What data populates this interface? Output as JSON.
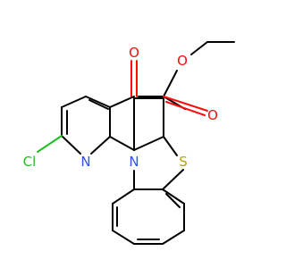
{
  "molecule": {
    "atoms": [
      {
        "id": "o_ester_carbonyl",
        "label": "O",
        "color": "#ff0d0d"
      },
      {
        "id": "o_ester_ether",
        "label": "O",
        "color": "#ff0d0d"
      },
      {
        "id": "o_ketone",
        "label": "O",
        "color": "#ff0d0d"
      },
      {
        "id": "cl",
        "label": "Cl",
        "color": "#1fbf1f"
      },
      {
        "id": "n_pyridine",
        "label": "N",
        "color": "#3050f8"
      },
      {
        "id": "n_ring",
        "label": "N",
        "color": "#3050f8"
      },
      {
        "id": "s_thiazole",
        "label": "S",
        "color": "#b8a300"
      }
    ],
    "colors": {
      "carbon_bond": "#000000",
      "oxygen": "#ff0d0d",
      "nitrogen": "#3050f8",
      "chlorine": "#1fbf1f",
      "sulfur": "#b8a300"
    }
  }
}
